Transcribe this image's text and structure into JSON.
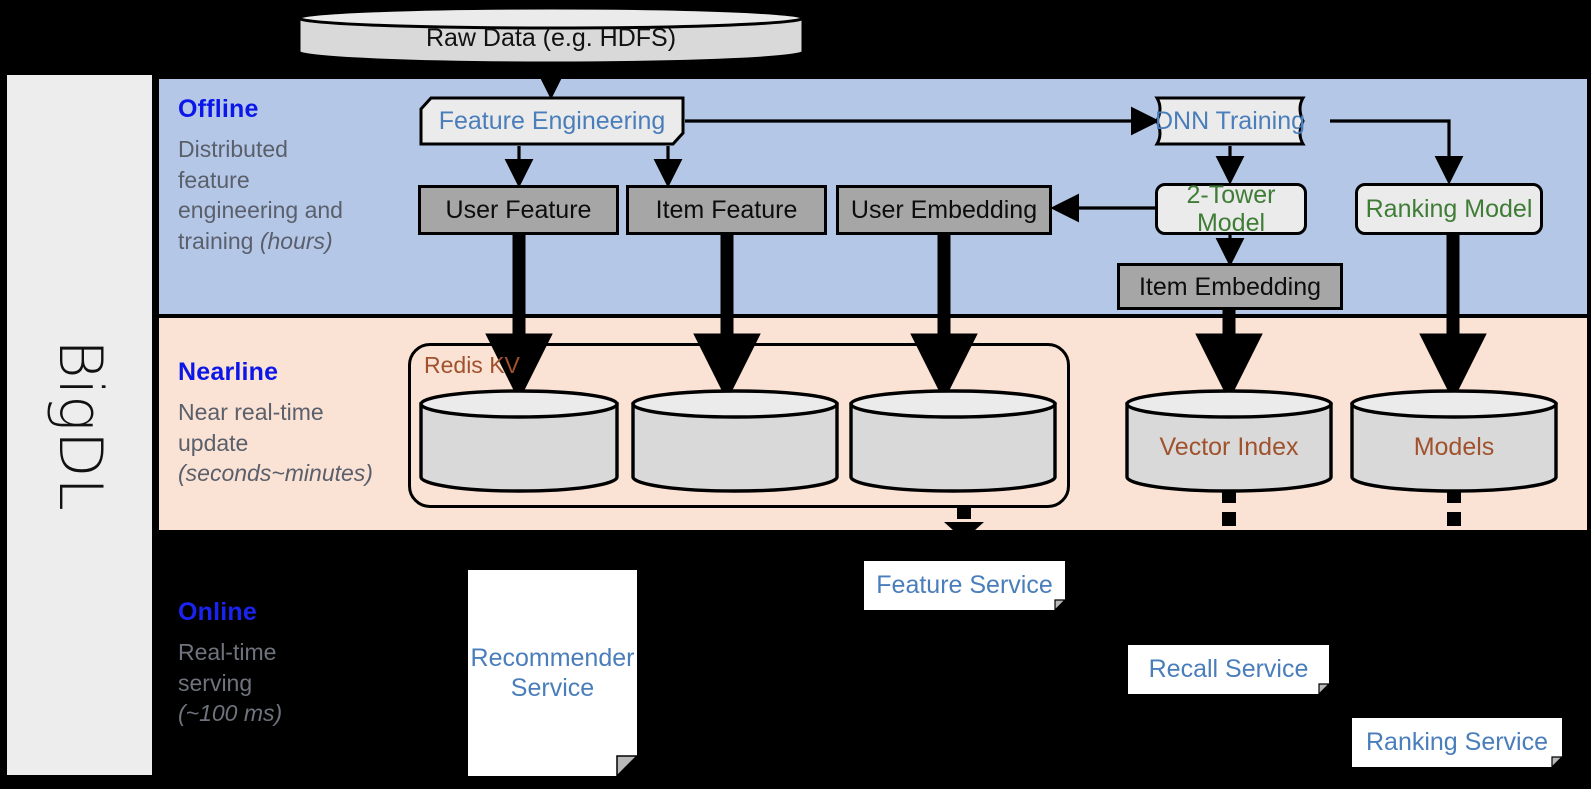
{
  "framework": {
    "label": "BigDL"
  },
  "bands": [
    {
      "id": "offline",
      "title": "Offline",
      "desc_line1": "Distributed",
      "desc_line2": "feature",
      "desc_line3": "engineering and",
      "desc_line4": "training ",
      "desc_italic": "(hours)",
      "bg_color": "#b4c7e7"
    },
    {
      "id": "nearline",
      "title": "Nearline",
      "desc_line1": "Near real-time",
      "desc_line2": "update",
      "desc_italic": "(seconds~minutes)",
      "bg_color": "#fae2d4"
    },
    {
      "id": "online",
      "title": "Online",
      "desc_line1": "Real-time",
      "desc_line2": "serving",
      "desc_italic": "(~100 ms)",
      "bg_color": "#000000"
    }
  ],
  "source": {
    "raw_data": "Raw Data (e.g. HDFS)"
  },
  "offline": {
    "feature_engineering": "Feature Engineering",
    "dnn_training": "DNN Training",
    "user_feature": "User Feature",
    "item_feature": "Item Feature",
    "user_embedding": "User Embedding",
    "two_tower_model": "2-Tower Model",
    "ranking_model": "Ranking Model",
    "item_embedding": "Item Embedding"
  },
  "nearline": {
    "redis_kv": "Redis KV",
    "store_1": "",
    "store_2": "",
    "store_3": "",
    "vector_index": "Vector Index",
    "models": "Models"
  },
  "online": {
    "recommender_service": "Recommender Service",
    "recommender_service_line1": "Recommender",
    "recommender_service_line2": "Service",
    "feature_service": "Feature Service",
    "recall_service": "Recall Service",
    "ranking_service": "Ranking Service"
  },
  "colors": {
    "band_offline": "#b4c7e7",
    "band_nearline": "#fae2d4",
    "band_online": "#000000",
    "accent_blue": "#4a7ebb",
    "accent_green": "#3f7d36",
    "accent_rust": "#a0522d",
    "title_blue": "#0b16e8",
    "data_grey": "#a6a6a6",
    "process_grey": "#ebebeb",
    "sidebar_grey": "#ededed"
  }
}
